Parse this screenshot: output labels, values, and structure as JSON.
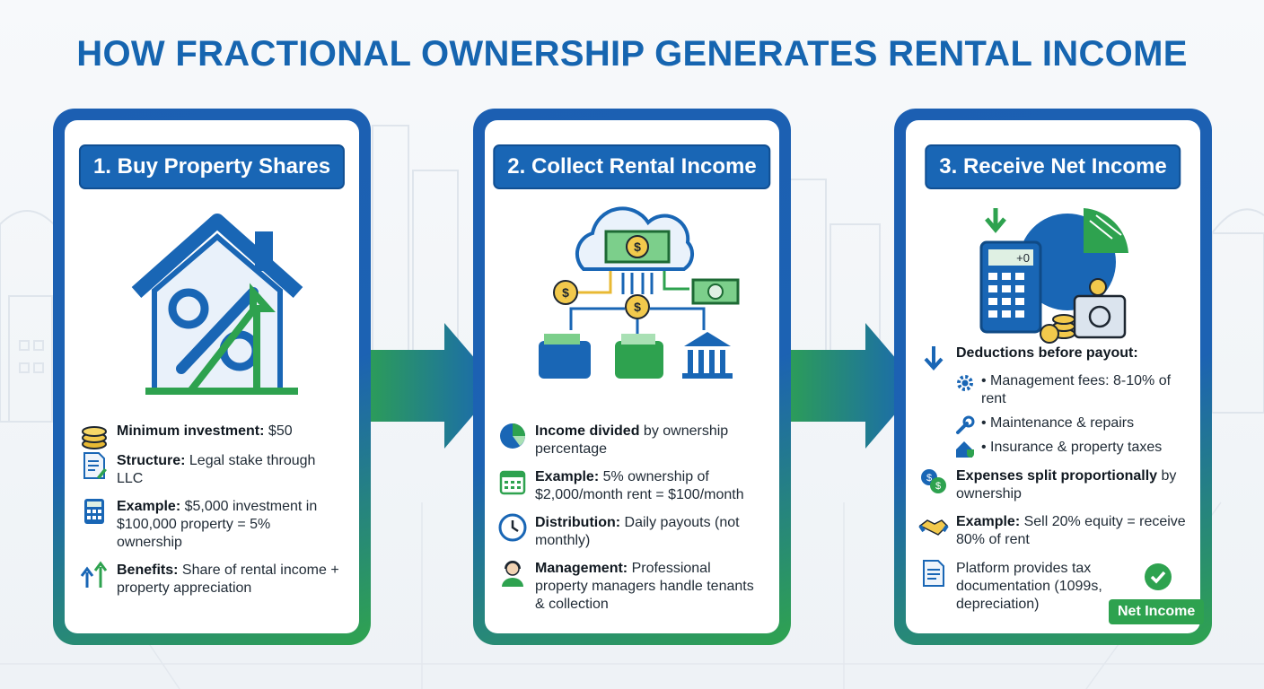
{
  "title": "HOW FRACTIONAL OWNERSHIP GENERATES RENTAL INCOME",
  "colors": {
    "blue": "#1966b5",
    "green": "#2ea24f",
    "title": "#1665b0"
  },
  "panels": [
    {
      "title": "1. Buy Property Shares",
      "items": [
        {
          "icon": "coin-stack-icon",
          "bold": "Minimum investment:",
          "text": " $50"
        },
        {
          "icon": "document-icon",
          "bold": "Structure:",
          "text": " Legal stake through LLC"
        },
        {
          "icon": "calculator-icon",
          "bold": "Example:",
          "text": " $5,000 investment in $100,000 property = 5% ownership"
        },
        {
          "icon": "growth-arrows-icon",
          "bold": "Benefits:",
          "text": " Share of rental income + property appreciation"
        }
      ]
    },
    {
      "title": "2. Collect Rental Income",
      "items": [
        {
          "icon": "pie-chart-icon",
          "bold": "Income divided",
          "text": " by ownership percentage"
        },
        {
          "icon": "calendar-icon",
          "bold": "Example:",
          "text": " 5% ownership of $2,000/month rent = $100/month"
        },
        {
          "icon": "clock-icon",
          "bold": "Distribution:",
          "text": " Daily payouts (not monthly)"
        },
        {
          "icon": "headset-manager-icon",
          "bold": "Management:",
          "text": " Professional property managers handle tenants & collection"
        }
      ]
    },
    {
      "title": "3. Receive Net Income",
      "deductions_heading": "Deductions before payout:",
      "deductions": [
        {
          "icon": "gear-icon",
          "text": "• Management fees: 8-10% of rent"
        },
        {
          "icon": "wrench-icon",
          "text": "• Maintenance & repairs"
        },
        {
          "icon": "house-shield-icon",
          "text": "• Insurance & property taxes"
        }
      ],
      "items": [
        {
          "icon": "split-coins-icon",
          "bold": "Expenses split proportionally",
          "text": " by ownership"
        },
        {
          "icon": "handshake-icon",
          "bold": "Example:",
          "text": " Sell 20% equity = receive 80% of rent"
        },
        {
          "icon": "tax-document-icon",
          "bold": "",
          "text": "Platform provides tax documentation (1099s, depreciation)"
        }
      ],
      "calc_display": "+0",
      "badge": "Net Income"
    }
  ]
}
